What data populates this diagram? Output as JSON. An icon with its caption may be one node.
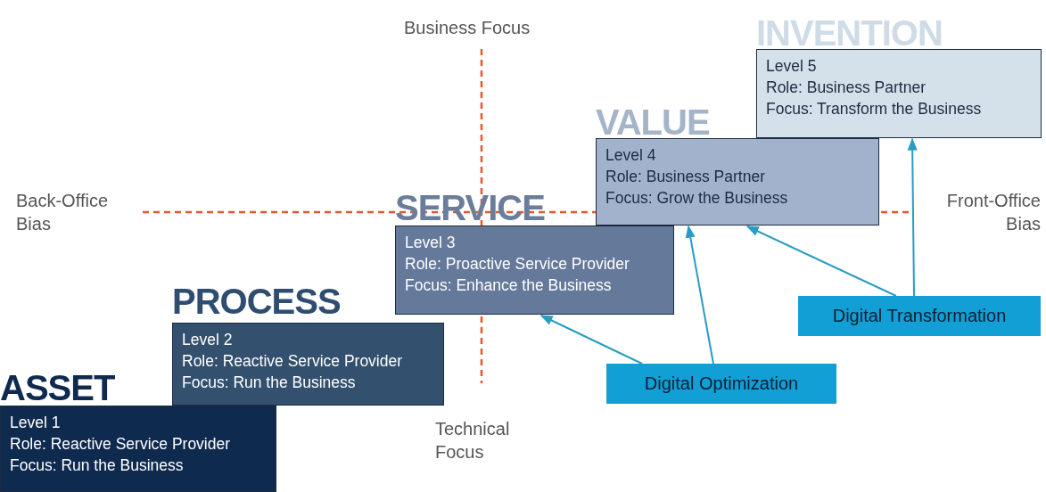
{
  "diagram": {
    "nodes": [
      {
        "text": [
          "ASSET",
          "Level 1",
          "Role: Reactive Service Provider",
          "Focus: Run the Business"
        ]
      },
      {
        "text": [
          "PROCESS",
          "Level 2",
          "Role: Reactive Service Provider",
          "Focus: Run the Business"
        ]
      },
      {
        "text": [
          "SERVICE",
          "Level 3",
          "Role: Proactive Service Provider",
          "Focus: Enhance the Business"
        ]
      },
      {
        "text": [
          "VALUE",
          "Level 4",
          "Role: Business Partner",
          "Focus: Grow the Business"
        ]
      },
      {
        "text": [
          "INVENTION",
          "Level 5",
          "Role: Business Partner",
          "Focus: Transform the Business"
        ]
      },
      {
        "text": [
          "Digital Optimization"
        ]
      },
      {
        "text": [
          "Digital Transformation"
        ]
      }
    ],
    "edges": [
      {
        "from": 5,
        "to": 2,
        "arrow": "to"
      },
      {
        "from": 5,
        "to": 3,
        "arrow": "to"
      },
      {
        "from": 6,
        "to": 3,
        "arrow": "to"
      },
      {
        "from": 6,
        "to": 4,
        "arrow": "to"
      }
    ],
    "labels": [
      "Business Focus",
      "Back-Office Bias",
      "Front-Office Bias",
      "Technical Focus"
    ]
  }
}
